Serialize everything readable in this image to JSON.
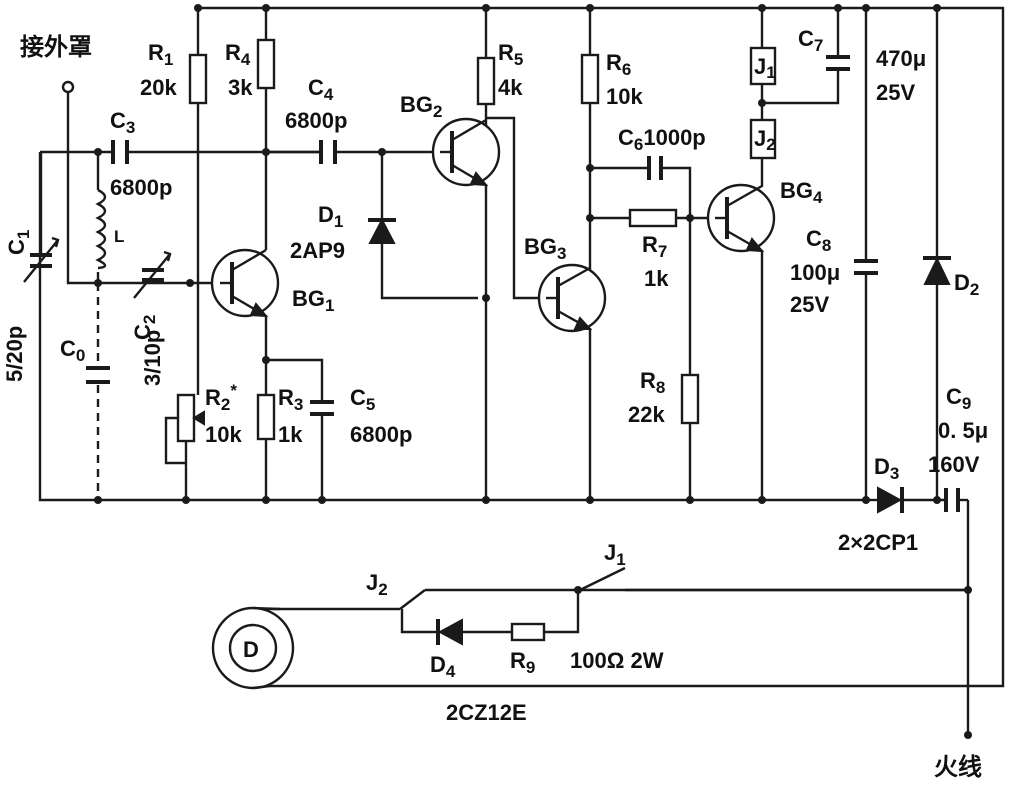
{
  "diagram": {
    "antenna_label": "接外罩",
    "live_wire_label": "火线",
    "components": {
      "R1": {
        "ref": "R",
        "sub": "1",
        "value": "20k"
      },
      "R4": {
        "ref": "R",
        "sub": "4",
        "value": "3k"
      },
      "C4": {
        "ref": "C",
        "sub": "4",
        "value": "6800p"
      },
      "R5": {
        "ref": "R",
        "sub": "5",
        "value": "4k"
      },
      "R6": {
        "ref": "R",
        "sub": "6",
        "value": "10k"
      },
      "J1": {
        "ref": "J",
        "sub": "1"
      },
      "J2": {
        "ref": "J",
        "sub": "2"
      },
      "C7": {
        "ref": "C",
        "sub": "7",
        "value": "470μ",
        "voltage": "25V"
      },
      "C3": {
        "ref": "C",
        "sub": "3",
        "value": "6800p"
      },
      "BG2": {
        "ref": "BG",
        "sub": "2"
      },
      "C6": {
        "ref": "C",
        "sub": "6",
        "value": "1000p"
      },
      "D1": {
        "ref": "D",
        "sub": "1",
        "value": "2AP9"
      },
      "BG4": {
        "ref": "BG",
        "sub": "4"
      },
      "C1": {
        "ref": "C",
        "sub": "1",
        "value": "5/20p"
      },
      "L": {
        "ref": "L"
      },
      "C2": {
        "ref": "C",
        "sub": "2",
        "value": "3/10p"
      },
      "BG1": {
        "ref": "BG",
        "sub": "1"
      },
      "BG3": {
        "ref": "BG",
        "sub": "3"
      },
      "R7": {
        "ref": "R",
        "sub": "7",
        "value": "1k"
      },
      "C8": {
        "ref": "C",
        "sub": "8",
        "value": "100μ",
        "voltage": "25V"
      },
      "D2": {
        "ref": "D",
        "sub": "2"
      },
      "C0": {
        "ref": "C",
        "sub": "0"
      },
      "R2": {
        "ref": "R",
        "sub": "2",
        "mark": "*",
        "value": "10k"
      },
      "R3": {
        "ref": "R",
        "sub": "3",
        "value": "1k"
      },
      "C5": {
        "ref": "C",
        "sub": "5",
        "value": "6800p"
      },
      "R8": {
        "ref": "R",
        "sub": "8",
        "value": "22k"
      },
      "C9": {
        "ref": "C",
        "sub": "9",
        "value": "0. 5μ",
        "voltage": "160V"
      },
      "D3": {
        "ref": "D",
        "sub": "3",
        "value": "2×2CP1"
      },
      "J1_contact": {
        "ref": "J",
        "sub": "1"
      },
      "J2_contact": {
        "ref": "J",
        "sub": "2"
      },
      "D4": {
        "ref": "D",
        "sub": "4",
        "value": "2CZ12E"
      },
      "R9": {
        "ref": "R",
        "sub": "9",
        "value": "100Ω 2W"
      },
      "M": {
        "ref": "D"
      }
    }
  }
}
